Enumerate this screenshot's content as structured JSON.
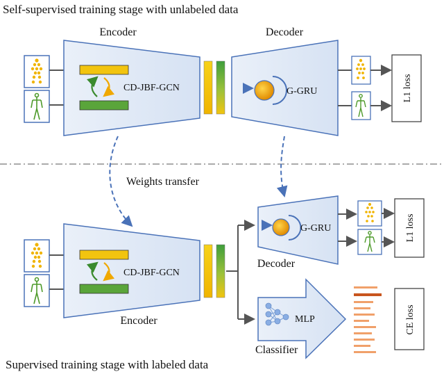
{
  "titles": {
    "top": "Self-supervised training stage with unlabeled data",
    "bottom": "Supervised training stage with labeled data"
  },
  "top_stage": {
    "encoder_label": "Encoder",
    "decoder_label": "Decoder",
    "gcn_label": "CD-JBF-GCN",
    "gru_label": "G-GRU",
    "loss_label": "L1 loss"
  },
  "transfer_label": "Weights transfer",
  "bottom_stage": {
    "encoder_label": "Encoder",
    "decoder_label": "Decoder",
    "gcn_label": "CD-JBF-GCN",
    "gru_label": "G-GRU",
    "l1_loss_label": "L1 loss",
    "mlp_label": "MLP",
    "classifier_label": "Classifier",
    "ce_loss_label": "CE loss"
  },
  "colors": {
    "blue": "#4a72b8",
    "panel_fill": "#dfe8f5",
    "yellow": "#f2c40f",
    "green": "#5aa53a",
    "orange_bar": "#d9773a",
    "arrow_grey": "#555555"
  }
}
